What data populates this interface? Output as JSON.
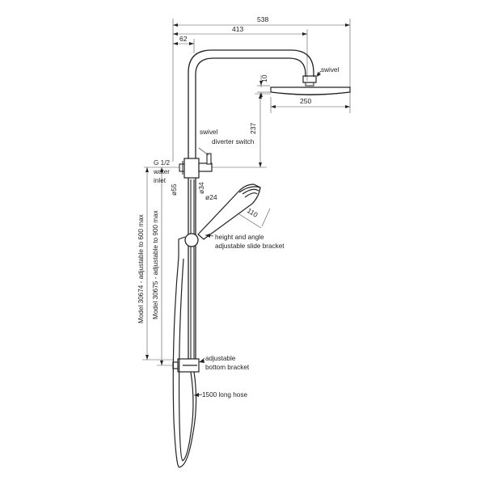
{
  "dimensions": {
    "overall_width": "538",
    "head_reach": "413",
    "offset": "62",
    "head_height": "10",
    "head_width": "250",
    "height_to_head": "237",
    "pipe_dia_55": "ø55",
    "pipe_dia_34": "ø34",
    "rail_dia_24": "ø24",
    "handset_len": "110"
  },
  "labels": {
    "swivel_head": "swivel",
    "swivel_arm": "swivel",
    "diverter": "diverter switch",
    "inlet_thread": "G 1/2",
    "inlet_water": "water",
    "inlet_inlet": "inlet",
    "bracket_line1": "height and angle",
    "bracket_line2": "adjustable slide bracket",
    "bottom_line1": "adjustable",
    "bottom_line2": "bottom bracket",
    "hose": "1500 long hose",
    "model_600": "Model 30674 - adjustable to 600 max",
    "model_900": "Model 30675 - adjustable to 900 max"
  },
  "colors": {
    "line": "#222222"
  }
}
